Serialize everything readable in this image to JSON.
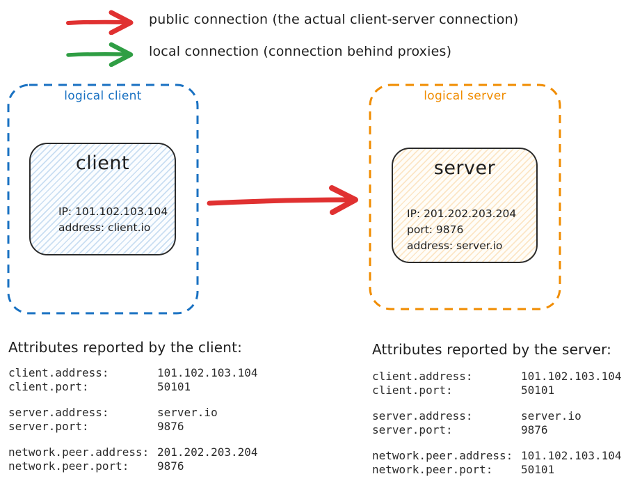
{
  "colors": {
    "public_arrow": "#e03131",
    "local_arrow": "#2f9e44",
    "client_accent": "#1971c2",
    "server_accent": "#f08c00",
    "ink": "#1e1e1e"
  },
  "legend": {
    "public": {
      "icon": "red-arrow",
      "label": "public connection (the actual client-server connection)"
    },
    "local": {
      "icon": "green-arrow",
      "label": "local connection (connection behind proxies)"
    }
  },
  "logical_client": {
    "label": "logical client",
    "node": {
      "title": "client",
      "details": [
        "IP: 101.102.103.104",
        "address: client.io"
      ]
    }
  },
  "logical_server": {
    "label": "logical server",
    "node": {
      "title": "server",
      "details": [
        "IP: 201.202.203.204",
        "port: 9876",
        "address: server.io"
      ]
    }
  },
  "client_attributes": {
    "heading": "Attributes reported by the client:",
    "groups": [
      {
        "rows": [
          {
            "key": "client.address:",
            "value": "101.102.103.104"
          },
          {
            "key": "client.port:",
            "value": "50101"
          }
        ]
      },
      {
        "rows": [
          {
            "key": "server.address:",
            "value": "server.io"
          },
          {
            "key": "server.port:",
            "value": "9876"
          }
        ]
      },
      {
        "rows": [
          {
            "key": "network.peer.address:",
            "value": "201.202.203.204"
          },
          {
            "key": "network.peer.port:",
            "value": "9876"
          }
        ]
      }
    ]
  },
  "server_attributes": {
    "heading": "Attributes reported by the server:",
    "groups": [
      {
        "rows": [
          {
            "key": "client.address:",
            "value": "101.102.103.104"
          },
          {
            "key": "client.port:",
            "value": "50101"
          }
        ]
      },
      {
        "rows": [
          {
            "key": "server.address:",
            "value": "server.io"
          },
          {
            "key": "server.port:",
            "value": "9876"
          }
        ]
      },
      {
        "rows": [
          {
            "key": "network.peer.address:",
            "value": "101.102.103.104"
          },
          {
            "key": "network.peer.port:",
            "value": "50101"
          }
        ]
      }
    ]
  }
}
